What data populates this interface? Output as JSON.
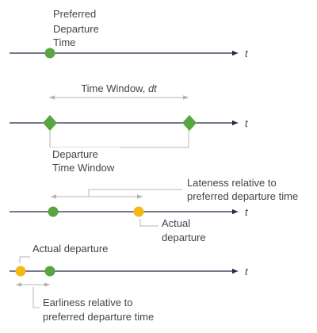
{
  "colors": {
    "axis": "#1f2a44",
    "guide": "#b4b4b4",
    "text": "#444444",
    "green": "#5aa541",
    "yellow": "#f5b716"
  },
  "axis_variable": "t",
  "panels": [
    {
      "id": "preferred",
      "label_lines": [
        "Preferred",
        "Departure",
        "Time"
      ]
    },
    {
      "id": "window",
      "window_label_prefix": "Time Window, ",
      "window_label_var": "dt",
      "label_lines": [
        "Departure",
        "Time Window"
      ]
    },
    {
      "id": "lateness",
      "relation_lines": [
        "Lateness relative to",
        "preferred departure time"
      ],
      "actual_lines": [
        "Actual",
        "departure"
      ]
    },
    {
      "id": "earliness",
      "actual_label": "Actual departure",
      "relation_lines": [
        "Earliness relative to",
        "preferred departure time"
      ]
    }
  ]
}
